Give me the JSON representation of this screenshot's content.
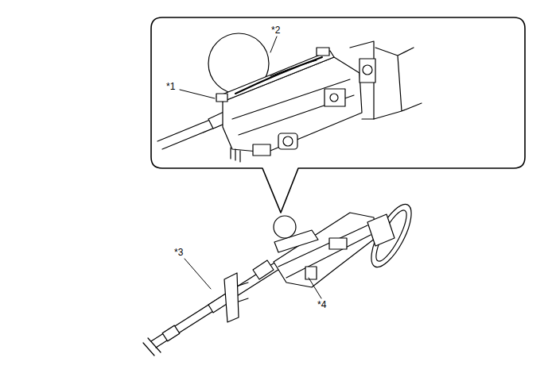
{
  "diagram": {
    "labels": [
      "*1",
      "*2",
      "*3",
      "*4"
    ]
  }
}
